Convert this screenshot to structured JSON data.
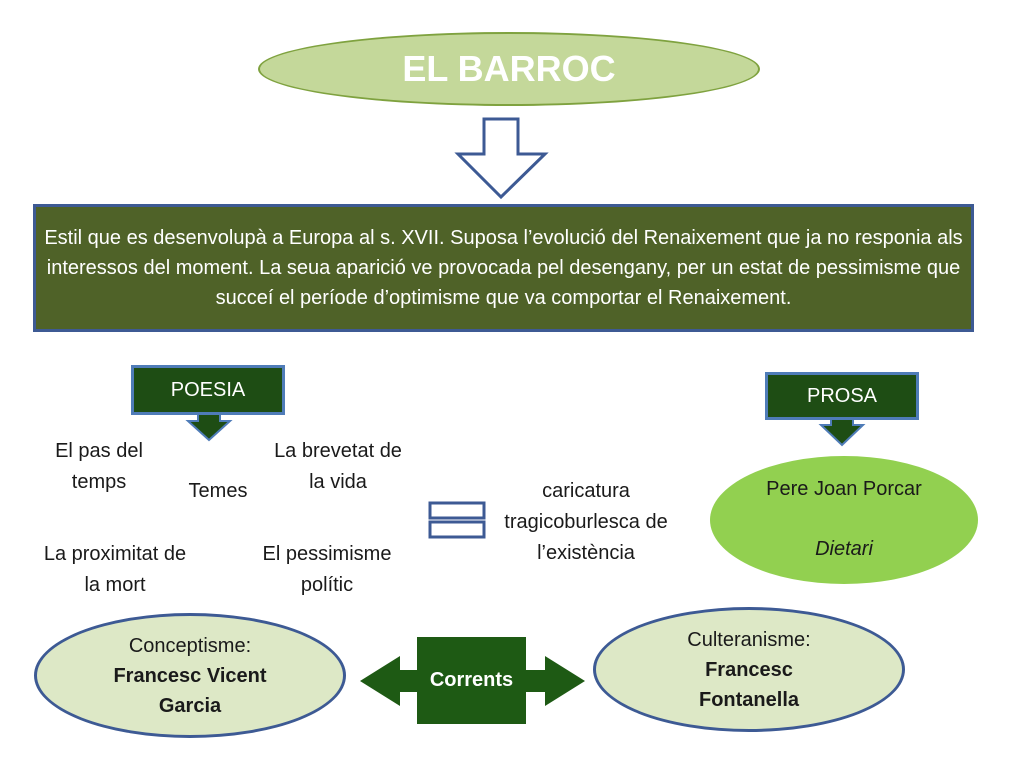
{
  "title": "EL BARROC",
  "description": "Estil que es desenvolupà a Europa al s. XVII. Suposa l’evolució del Renaixement que ja no responia als interessos del moment. La seua aparició ve provocada pel desengany, per un estat de pessimisme que succeí el període d’optimisme que va comportar el Renaixement.",
  "poesia": {
    "label": "POESIA",
    "temes_label": "Temes",
    "temes": {
      "t1": "El pas del temps",
      "t2": "La brevetat de la vida",
      "t3": "La proximitat de la mort",
      "t4": "El pessimisme polític"
    }
  },
  "caricatura": "caricatura tragicoburlesca de l’existència",
  "prosa": {
    "label": "PROSA",
    "author": "Pere Joan Porcar",
    "work": "Dietari"
  },
  "corrents": {
    "label": "Corrents",
    "conceptisme": {
      "label": "Conceptisme:",
      "author": "Francesc Vicent Garcia"
    },
    "culteranisme": {
      "label": "Culteranisme:",
      "author": "Francesc Fontanella"
    }
  },
  "colors": {
    "title_oval": "#c4d89a",
    "description_box": "#4f6228",
    "dark_green": "#1e4d14",
    "light_green_oval": "#92d050",
    "pale_green_oval": "#dde8c6",
    "blue_outline": "#3d5a94"
  }
}
